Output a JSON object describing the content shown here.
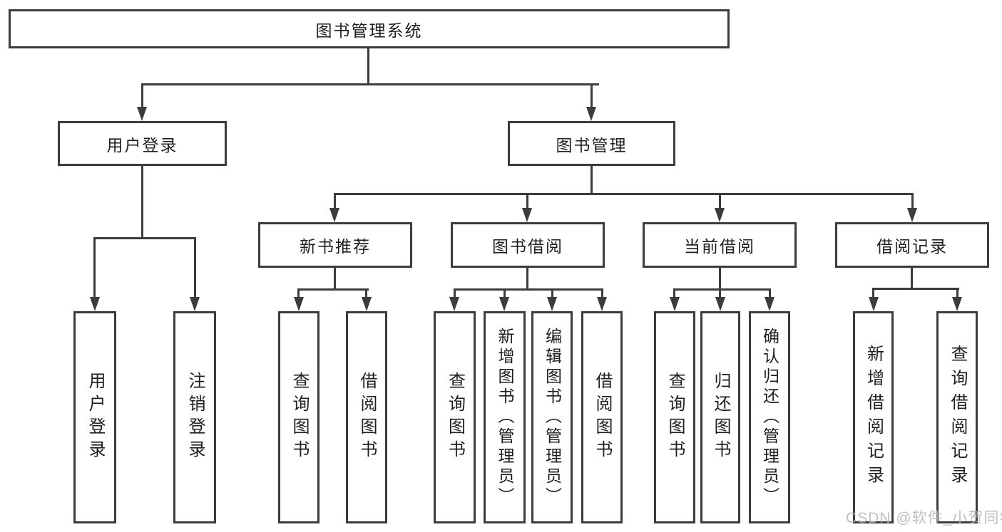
{
  "diagram": {
    "root": "图书管理系统",
    "user_login": {
      "label": "用户登录",
      "children": [
        "用户登录",
        "注销登录"
      ]
    },
    "book_management": {
      "label": "图书管理",
      "modules": [
        {
          "label": "新书推荐",
          "children": [
            "查询图书",
            "借阅图书"
          ]
        },
        {
          "label": "图书借阅",
          "children": [
            "查询图书",
            "新增图书（管理员）",
            "编辑图书（管理员）",
            "借阅图书"
          ]
        },
        {
          "label": "当前借阅",
          "children": [
            "查询图书",
            "归还图书",
            "确认归还（管理员）"
          ]
        },
        {
          "label": "借阅记录",
          "children": [
            "新增借阅记录",
            "查询借阅记录"
          ]
        }
      ]
    }
  },
  "watermark": {
    "text": "CSDN @软件_小贺同学"
  },
  "colors": {
    "line": "#3c3c3c",
    "background": "#ffffff",
    "text": "#1f1f1f",
    "watermark": "#b5b5b5"
  }
}
